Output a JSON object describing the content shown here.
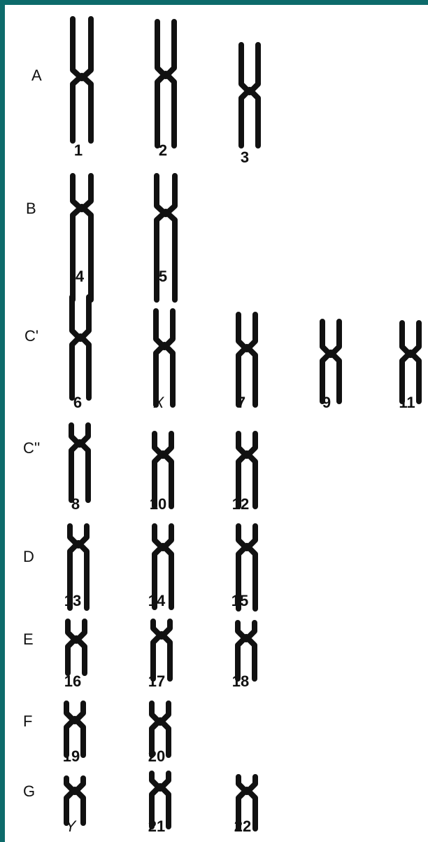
{
  "colors": {
    "border": "#0d6b6b",
    "panel": "#ffffff",
    "ink": "#111111"
  },
  "groups": [
    {
      "label": "A",
      "chromosomes": [
        "1",
        "2",
        "3"
      ]
    },
    {
      "label": "B",
      "chromosomes": [
        "4",
        "5"
      ]
    },
    {
      "label": "C'",
      "chromosomes": [
        "6",
        "X",
        "7",
        "9",
        "11"
      ]
    },
    {
      "label": "C''",
      "chromosomes": [
        "8",
        "10",
        "12"
      ]
    },
    {
      "label": "D",
      "chromosomes": [
        "13",
        "14",
        "15"
      ]
    },
    {
      "label": "E",
      "chromosomes": [
        "16",
        "17",
        "18"
      ]
    },
    {
      "label": "F",
      "chromosomes": [
        "19",
        "20"
      ]
    },
    {
      "label": "G",
      "chromosomes": [
        "Y",
        "21",
        "22"
      ]
    }
  ]
}
